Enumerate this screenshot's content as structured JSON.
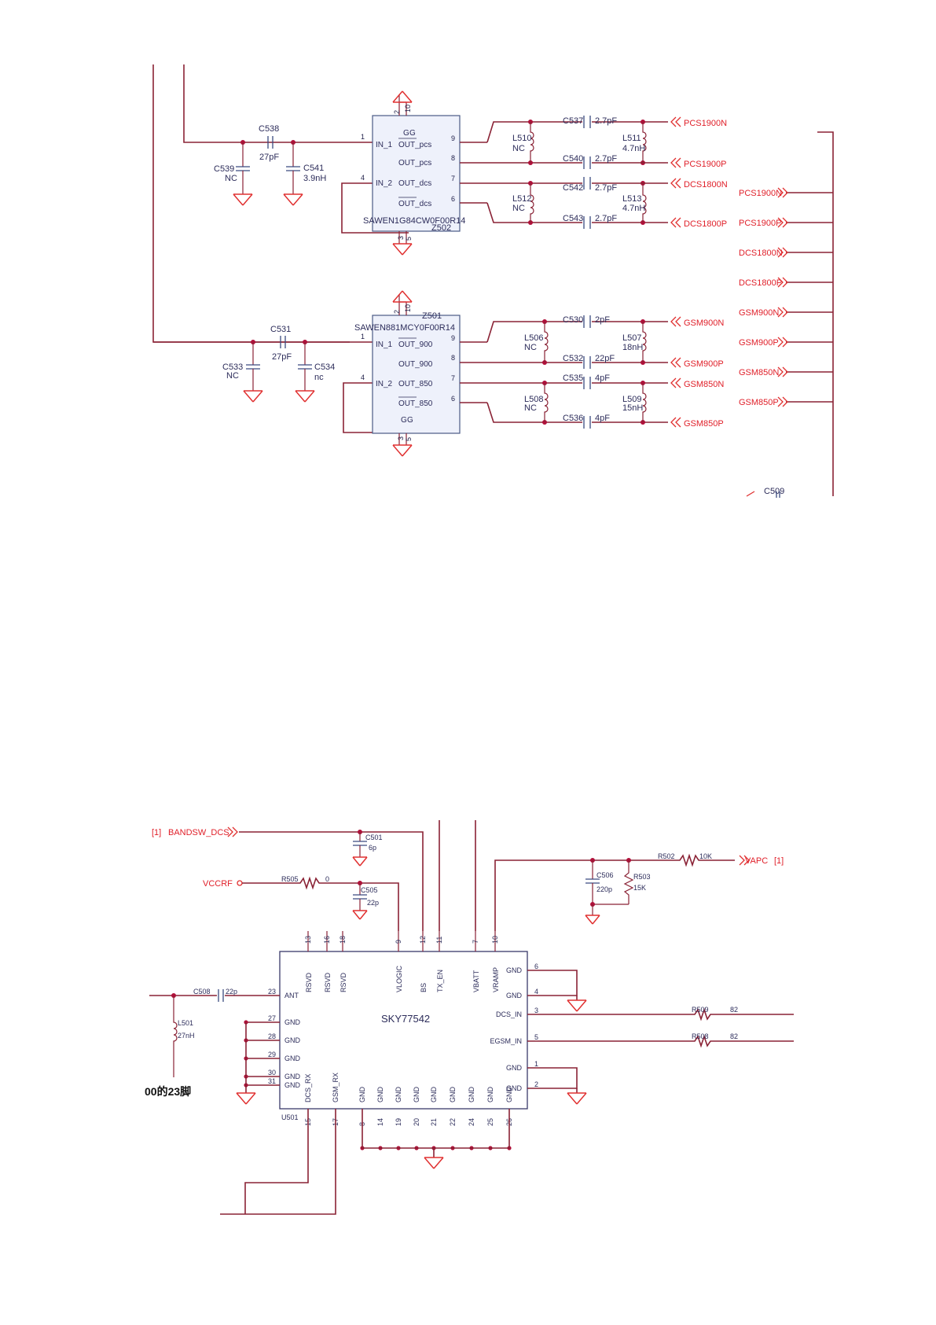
{
  "z502": {
    "name": "Z502",
    "part": "SAWEN1G84CW0F00R14",
    "pins": [
      {
        "num": "1",
        "label": "IN_1"
      },
      {
        "num": "4",
        "label": "IN_2"
      },
      {
        "num": "9",
        "label": "OUT_pcs"
      },
      {
        "num": "8",
        "label": "OUT_pcs"
      },
      {
        "num": "7",
        "label": "OUT_dcs"
      },
      {
        "num": "6",
        "label": "OUT_dcs"
      }
    ],
    "top_pins": [
      "2",
      "10"
    ],
    "bottom_pins": [
      "3",
      "5"
    ],
    "g_label": "G",
    "caps": [
      {
        "ref": "C538",
        "value": "27pF"
      },
      {
        "ref": "C539",
        "value": "NC"
      },
      {
        "ref": "C541",
        "value": "3.9nH"
      },
      {
        "ref": "C537",
        "value": "2.7pF"
      },
      {
        "ref": "C540",
        "value": "2.7pF"
      },
      {
        "ref": "C542",
        "value": "2.7pF"
      },
      {
        "ref": "C543",
        "value": "2.7pF"
      }
    ],
    "inductors": [
      {
        "ref": "L510",
        "value": "NC"
      },
      {
        "ref": "L511",
        "value": "4.7nH"
      },
      {
        "ref": "L512",
        "value": "NC"
      },
      {
        "ref": "L513",
        "value": "4.7nH"
      }
    ],
    "ports": [
      "PCS1900N",
      "PCS1900P",
      "DCS1800N",
      "DCS1800P"
    ]
  },
  "z501": {
    "name": "Z501",
    "part": "SAWEN881MCY0F00R14",
    "pins": [
      {
        "num": "1",
        "label": "IN_1"
      },
      {
        "num": "4",
        "label": "IN_2"
      },
      {
        "num": "9",
        "label": "OUT_900"
      },
      {
        "num": "8",
        "label": "OUT_900"
      },
      {
        "num": "7",
        "label": "OUT_850"
      },
      {
        "num": "6",
        "label": "OUT_850"
      }
    ],
    "top_pins": [
      "2",
      "10"
    ],
    "bottom_pins": [
      "3",
      "5"
    ],
    "g_label": "G",
    "caps": [
      {
        "ref": "C531",
        "value": "27pF"
      },
      {
        "ref": "C533",
        "value": "NC"
      },
      {
        "ref": "C534",
        "value": "nc"
      },
      {
        "ref": "C530",
        "value": "2pF"
      },
      {
        "ref": "C532",
        "value": "22pF"
      },
      {
        "ref": "C535",
        "value": "4pF"
      },
      {
        "ref": "C536",
        "value": "4pF"
      }
    ],
    "inductors": [
      {
        "ref": "L506",
        "value": "NC"
      },
      {
        "ref": "L507",
        "value": "18nH"
      },
      {
        "ref": "L508",
        "value": "NC"
      },
      {
        "ref": "L509",
        "value": "15nH"
      }
    ],
    "ports": [
      "GSM900N",
      "GSM900P",
      "GSM850N",
      "GSM850P"
    ]
  },
  "bus_ports": [
    "PCS1900N",
    "PCS1900P",
    "DCS1800N",
    "DCS1800P",
    "GSM900N",
    "GSM900P",
    "GSM850N",
    "GSM850P"
  ],
  "c509": "C509",
  "pa": {
    "chip": "SKY77542",
    "ref": "U501",
    "bandsw": {
      "prefix": "[1]",
      "label": "BANDSW_DCS"
    },
    "vccrf": "VCCRF",
    "vapc": {
      "label": "VAPC",
      "suffix": "[1]"
    },
    "parts": [
      {
        "ref": "C501",
        "value": "6p"
      },
      {
        "ref": "R505",
        "value": "0"
      },
      {
        "ref": "C505",
        "value": "22p"
      },
      {
        "ref": "R502",
        "value": "10K"
      },
      {
        "ref": "C506",
        "value": "220p"
      },
      {
        "ref": "R503",
        "value": "15K"
      },
      {
        "ref": "C508",
        "value": "22p"
      },
      {
        "ref": "L501",
        "value": "27nH"
      },
      {
        "ref": "R509",
        "value": "82"
      },
      {
        "ref": "R508",
        "value": "82"
      }
    ],
    "top_pins": [
      {
        "num": "13",
        "label": "RSVD"
      },
      {
        "num": "16",
        "label": "RSVD"
      },
      {
        "num": "18",
        "label": "RSVD"
      },
      {
        "num": "9",
        "label": "VLOGIC"
      },
      {
        "num": "12",
        "label": "BS"
      },
      {
        "num": "11",
        "label": "TX_EN"
      },
      {
        "num": "7",
        "label": "VBATT"
      },
      {
        "num": "10",
        "label": "VRAMP"
      }
    ],
    "left_pins": [
      {
        "num": "23",
        "label": "ANT"
      },
      {
        "num": "27",
        "label": "GND"
      },
      {
        "num": "28",
        "label": "GND"
      },
      {
        "num": "29",
        "label": "GND"
      },
      {
        "num": "30",
        "label": "GND"
      },
      {
        "num": "31",
        "label": "GND"
      }
    ],
    "right_pins": [
      {
        "num": "6",
        "label": "GND"
      },
      {
        "num": "4",
        "label": "GND"
      },
      {
        "num": "3",
        "label": "DCS_IN"
      },
      {
        "num": "5",
        "label": "EGSM_IN"
      },
      {
        "num": "1",
        "label": "GND"
      },
      {
        "num": "2",
        "label": "GND"
      }
    ],
    "bottom_pins": [
      {
        "num": "15",
        "label": "DCS_RX"
      },
      {
        "num": "17",
        "label": "GSM_RX"
      },
      {
        "num": "8",
        "label": "GND"
      },
      {
        "num": "14",
        "label": "GND"
      },
      {
        "num": "19",
        "label": "GND"
      },
      {
        "num": "20",
        "label": "GND"
      },
      {
        "num": "21",
        "label": "GND"
      },
      {
        "num": "22",
        "label": "GND"
      },
      {
        "num": "24",
        "label": "GND"
      },
      {
        "num": "25",
        "label": "GND"
      },
      {
        "num": "26",
        "label": "GND"
      }
    ]
  },
  "note": "00的23脚"
}
